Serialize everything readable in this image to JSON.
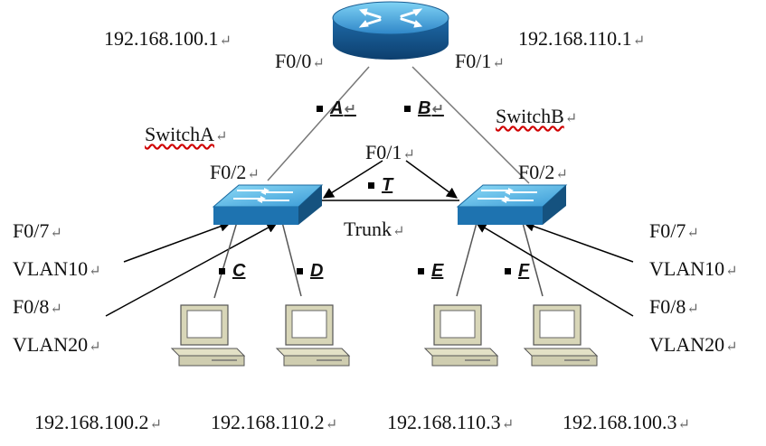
{
  "router": {
    "left_ip": "192.168.100.1",
    "right_ip": "192.168.110.1",
    "left_port": "F0/0",
    "right_port": "F0/1"
  },
  "switch_a": {
    "name": "SwitchA",
    "uplink_port": "F0/2",
    "port7": "F0/7",
    "vlan7": "VLAN10",
    "port8": "F0/8",
    "vlan8": "VLAN20"
  },
  "switch_b": {
    "name": "SwitchB",
    "uplink_port": "F0/2",
    "port7": "F0/7",
    "vlan7": "VLAN10",
    "port8": "F0/8",
    "vlan8": "VLAN20"
  },
  "trunk": {
    "port": "F0/1",
    "label": "Trunk"
  },
  "links": {
    "a": "A",
    "b": "B",
    "t": "T",
    "c": "C",
    "d": "D",
    "e": "E",
    "f": "F"
  },
  "hosts": [
    {
      "ip": "192.168.100.2"
    },
    {
      "ip": "192.168.110.2"
    },
    {
      "ip": "192.168.110.3"
    },
    {
      "ip": "192.168.100.3"
    }
  ],
  "para_mark": "↵"
}
